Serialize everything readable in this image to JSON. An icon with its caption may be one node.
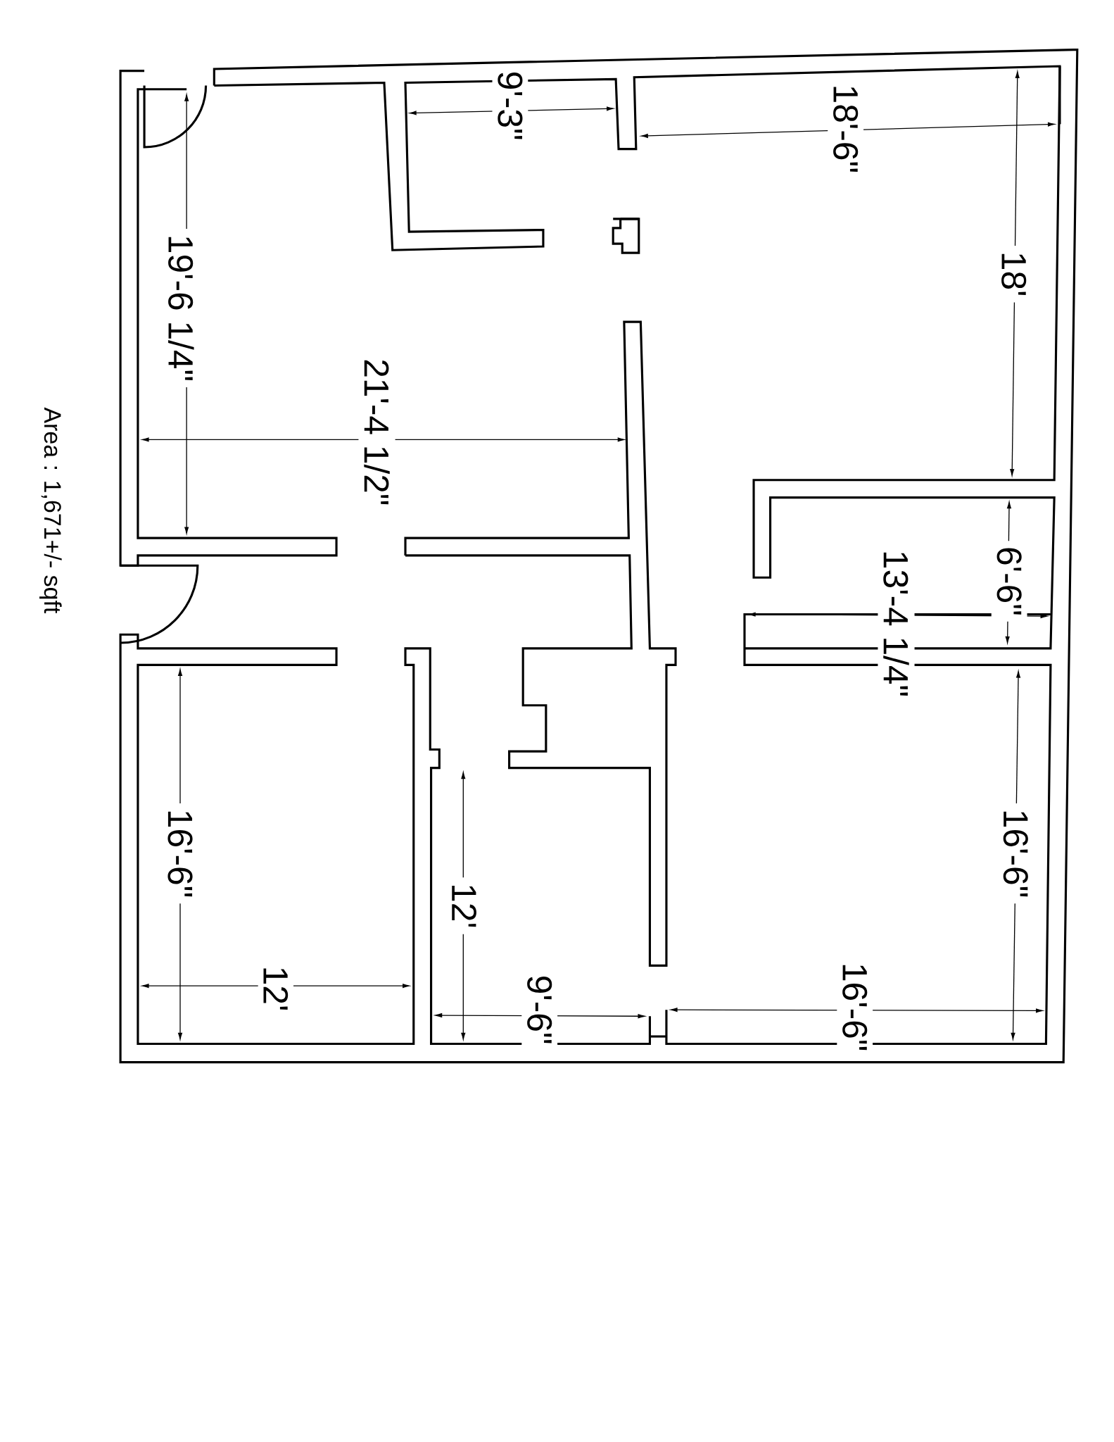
{
  "diagram": {
    "labels": [
      "9'-3\"",
      "18'-6\"",
      "18'",
      "19'-6 1/4\"",
      "21'-4 1/2\"",
      "6'-6\"",
      "13'-4 1/4\"",
      "16'-6\"",
      "12'",
      "12'",
      "9'-6\"",
      "16'-6\"",
      "16'-6\"",
      "Area : 1,671+/- sqft"
    ]
  }
}
